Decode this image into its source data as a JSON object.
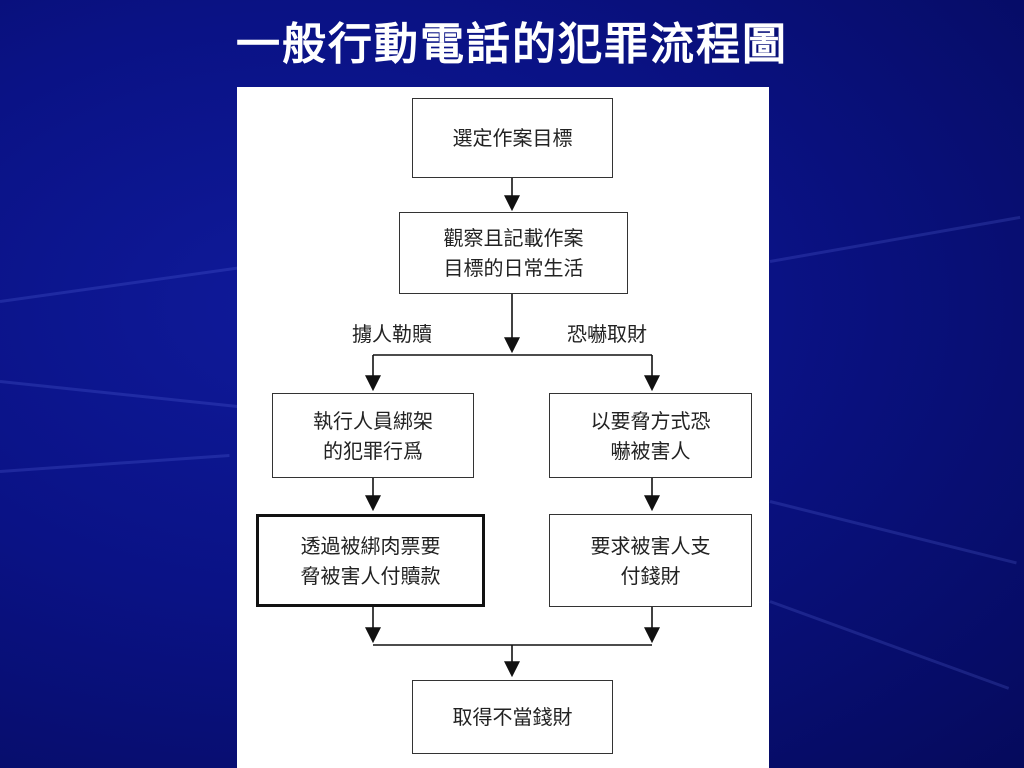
{
  "title": "一般行動電話的犯罪流程圖",
  "nodes": {
    "select_target": "選定作案目標",
    "observe": "觀察且記載作案\n目標的日常生活",
    "kidnap_act": "執行人員綁架\n的犯罪行爲",
    "threaten": "以要脅方式恐\n嚇被害人",
    "ransom": "透過被綁肉票要\n脅被害人付贖款",
    "demand": "要求被害人支\n付錢財",
    "gain": "取得不當錢財"
  },
  "branches": {
    "left": "擄人勒贖",
    "right": "恐嚇取財"
  }
}
